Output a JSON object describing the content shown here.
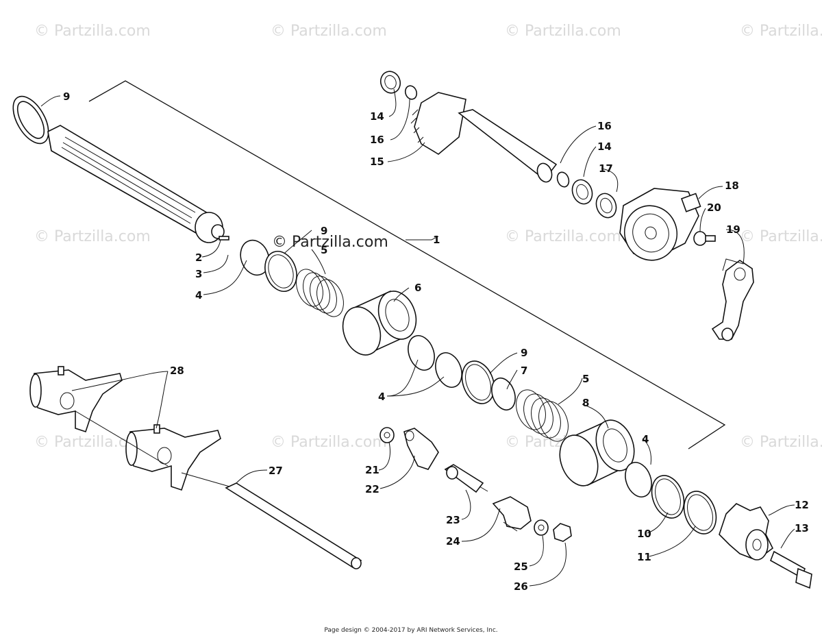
{
  "watermark": {
    "text": "© Partzilla.com"
  },
  "stamp": {
    "text": "© Partzilla.com"
  },
  "footer": {
    "text": "Page design © 2004-2017 by ARI Network Services, Inc."
  },
  "labels": {
    "n1": "1",
    "n2": "2",
    "n3": "3",
    "n4a": "4",
    "n4b": "4",
    "n4c": "4",
    "n5a": "5",
    "n5b": "5",
    "n6": "6",
    "n7": "7",
    "n8": "8",
    "n9a": "9",
    "n9b": "9",
    "n9c": "9",
    "n10": "10",
    "n11": "11",
    "n12": "12",
    "n13": "13",
    "n14a": "14",
    "n14b": "14",
    "n15": "15",
    "n16a": "16",
    "n16b": "16",
    "n17": "17",
    "n18": "18",
    "n19": "19",
    "n20": "20",
    "n21": "21",
    "n22": "22",
    "n23": "23",
    "n24": "24",
    "n25": "25",
    "n26": "26",
    "n27": "27",
    "n28": "28"
  }
}
